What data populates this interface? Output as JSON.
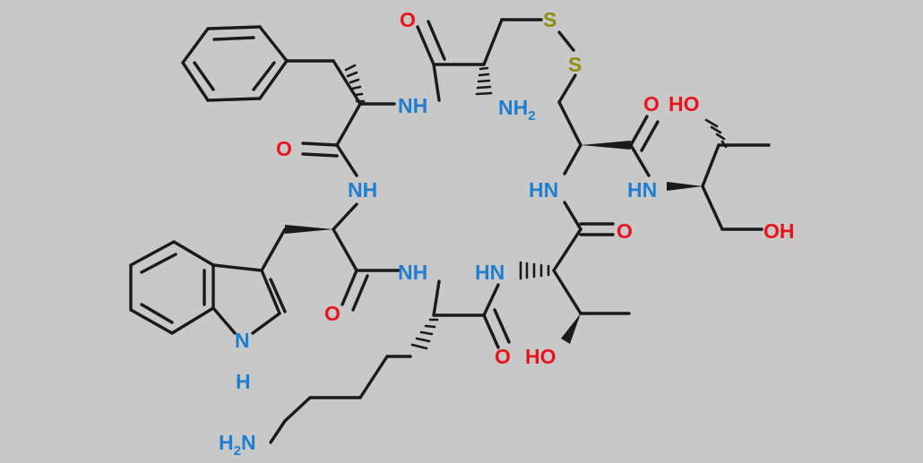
{
  "colors": {
    "background": "#c9c8c9",
    "bond": "#1a1a1a",
    "nitrogen": "#1e7fd0",
    "oxygen": "#e8131b",
    "sulfur": "#8e8e10"
  },
  "atoms": {
    "o_cys_carbonyl": "O",
    "s1": "S",
    "s2": "S",
    "nh_phe_cys": "NH",
    "nh2_cys": "NH2",
    "o_cys_thr": "O",
    "ho_thrl": "HO",
    "o_phe": "O",
    "nh_phe_trp": "NH",
    "hn_ring_right": "HN",
    "hn_thrl": "HN",
    "o_ring_thr": "O",
    "oh_thrl": "OH",
    "nh_trp_lys": "NH",
    "hn_lys_thr": "HN",
    "o_trp": "O",
    "o_lys": "O",
    "ho_thr": "HO",
    "n_indole": "N",
    "h_indole": "H",
    "h2n_lys": "H2N"
  }
}
